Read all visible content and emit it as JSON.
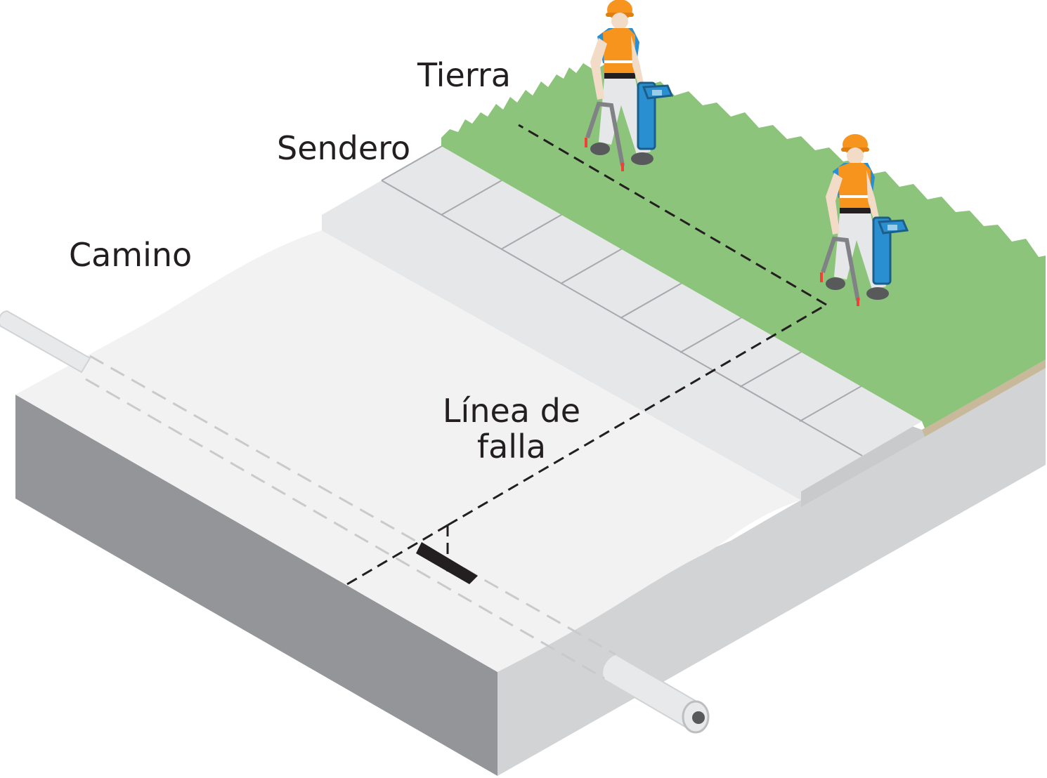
{
  "labels": {
    "tierra": "Tierra",
    "sendero": "Sendero",
    "camino": "Camino",
    "linea_line1": "Línea de",
    "linea_line2": "falla"
  },
  "colors": {
    "grass": "#8bc47a",
    "grass_side": "#c8b99a",
    "path_top": "#e6e7e8",
    "path_side": "#c9cacc",
    "road_top": "#f2f2f2",
    "block_left": "#939598",
    "block_right": "#d1d3d4",
    "vest": "#f7941d",
    "shirt": "#2a8fd0",
    "helmet": "#f7941d",
    "dash": "#231f20",
    "pipe": "#e8e9ea"
  },
  "icons": [
    "worker-icon",
    "cable-locator-icon",
    "pipe-icon",
    "fault-marker-icon"
  ]
}
